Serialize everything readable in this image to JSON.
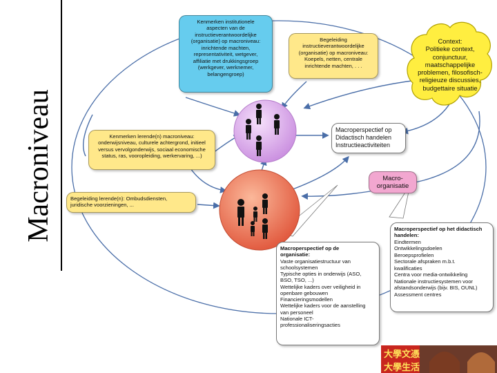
{
  "side_title": "Macroniveau",
  "nodes": {
    "institutional": {
      "lines": [
        "Kenmerken institutionele",
        "aspecten van de",
        "instructieverantwoordelijke",
        "(organisatie) op macroniveau:",
        "inrichtende machten,",
        "representativiteit, wetgever,",
        "affiliatie met drukkingsgroep",
        "(werkgever, werknemer,",
        "belangengroep)"
      ]
    },
    "guidance_org": {
      "lines": [
        "Begeleiding",
        "instructieverantwoordelijke",
        "(organisatie) op macroniveau:",
        "Koepels, netten, centrale",
        "inrichtende machten, . . ."
      ]
    },
    "context": {
      "lines": [
        "Context:",
        "Politieke context,",
        "conjunctuur,",
        "maatschappelijke",
        "problemen, filosofisch-",
        "religieuze discussies,",
        "budgettaire situatie"
      ]
    },
    "learner_features": {
      "lines": [
        "Kenmerken lerende(n) macroniveau:",
        "onderwijsniveau, culturele achtergrond, initieel",
        "versus vervolgonderwijs, sociaal economische",
        "status, ras, vooropleiding, werkervaring, ...)"
      ]
    },
    "macro_perspective_didactic": {
      "lines": [
        "Macroperspectief op",
        "Didactisch handelen",
        "Instructieactiviteiten"
      ]
    },
    "macro_org": {
      "lines": [
        "Macro-",
        "organisatie"
      ]
    },
    "guidance_learner": {
      "lines": [
        "Begeleiding lerende(n): Ombudsdiensten,",
        "juridische voorzieningen, ..."
      ]
    },
    "org_perspective": {
      "title_lines": [
        "Macroperspectief op de",
        "organisatie:"
      ],
      "lines": [
        "Vaste organisatiestructuur van",
        "schoolsystemen",
        "Typische opties in onderwijs (ASO,",
        "BSO, TSO, ...)",
        "Wettelijke kaders over veiligheid in",
        "openbare gebouwen",
        "Financieringsmodellen",
        "Wettelijke kaders voor de aanstelling",
        "van personeel",
        "Nationale ICT-",
        "professionaliseringsacties"
      ]
    },
    "didactic_perspective": {
      "title_lines": [
        "Macroperspectief op het didactisch",
        "handelen:"
      ],
      "lines": [
        "Eindtermen",
        "Ontwikkelingsdoelen",
        "Beroepsprofielen",
        "Sectorale afspraken m.b.t.",
        "kwalificaties",
        "Centra voor media-ontwikkeling",
        "Nationale instructiesystemen voor",
        "afstandsonderwijs (bijv. BIS, OUNL)",
        "Assessment centres"
      ]
    }
  },
  "photo_text": [
    "大學文憑",
    "大學生活"
  ],
  "colors": {
    "blue": "#66ccee",
    "yellow": "#ffe88a",
    "pink": "#f2a7d0",
    "purple_circle": "#e3b4f0",
    "orange_circle": "#f27a55",
    "connector": "#4a6ea8"
  }
}
